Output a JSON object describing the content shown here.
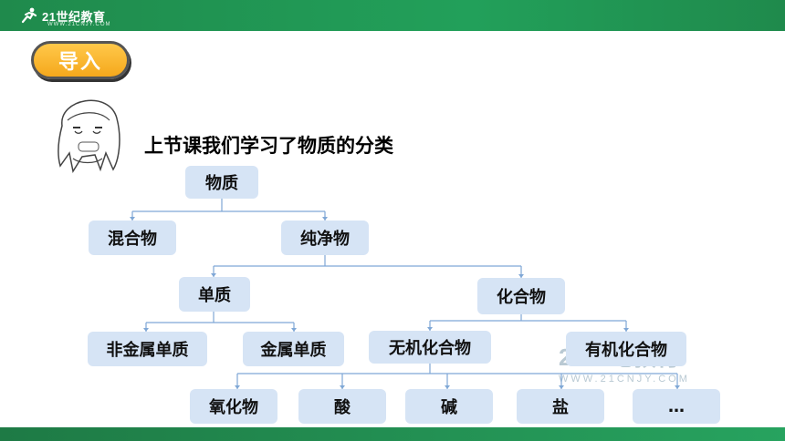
{
  "header": {
    "logo_text": "21世纪教育",
    "logo_sub": "WWW.21CNJY.COM"
  },
  "badge": {
    "label": "导入"
  },
  "subtitle": "上节课我们学习了物质的分类",
  "watermark": {
    "text": "21世纪教育",
    "sub": "WWW.21CNJY.COM"
  },
  "tree": {
    "root": "物质",
    "mixture": "混合物",
    "pure": "纯净物",
    "element": "单质",
    "compound": "化合物",
    "nonmetal": "非金属单质",
    "metal": "金属单质",
    "inorganic": "无机化合物",
    "organic": "有机化合物",
    "oxide": "氧化物",
    "acid": "酸",
    "base": "碱",
    "salt": "盐",
    "more": "…"
  },
  "colors": {
    "header_green": "#22a05a",
    "badge_orange": "#f5a81c",
    "node_fill": "#d6e4f5",
    "connector": "#7fa7d6"
  }
}
